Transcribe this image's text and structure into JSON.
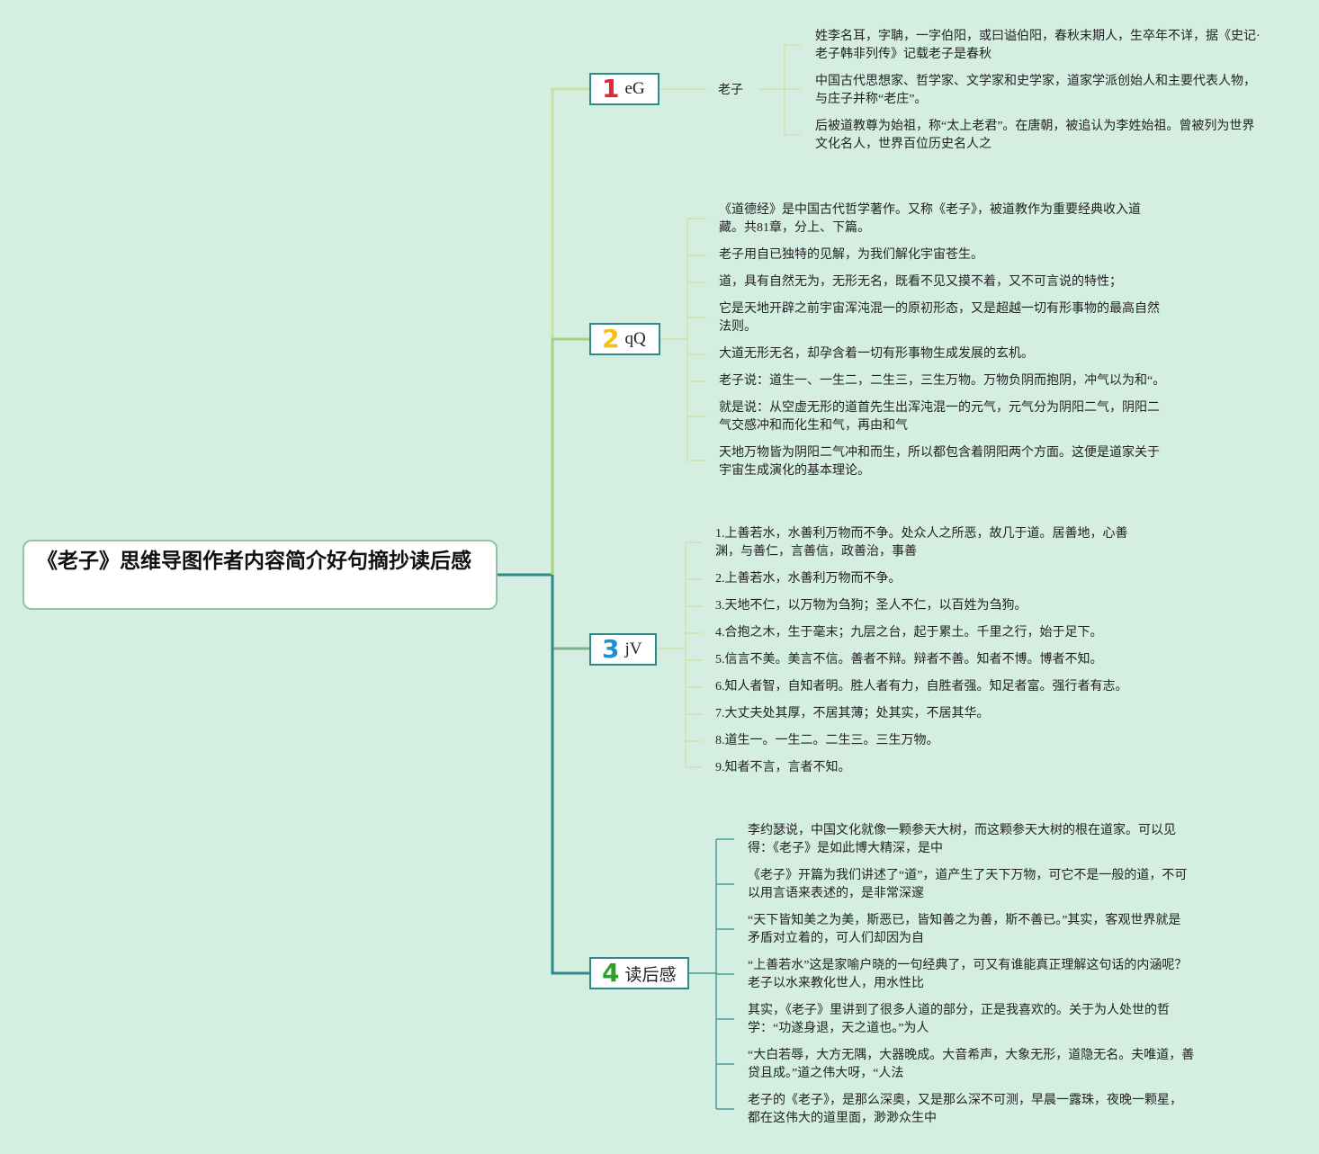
{
  "root": {
    "title": "《老子》思维导图作者内容简介好句摘抄读后感"
  },
  "colors": {
    "bg": "#d4efe2",
    "trunk": "#2d8a88",
    "num1": "#e0283b",
    "num2": "#f2c21a",
    "num3": "#1e90d6",
    "num4": "#2f9e2f"
  },
  "branches": [
    {
      "number": "1",
      "label": "eG",
      "sub": "老子",
      "items": [
        "姓李名耳，字聃，一字伯阳，或曰谥伯阳，春秋末期人，生卒年不详，据《史记·老子韩非列传》记载老子是春秋",
        "中国古代思想家、哲学家、文学家和史学家，道家学派创始人和主要代表人物，与庄子并称“老庄”。",
        "后被道教尊为始祖，称“太上老君”。在唐朝，被追认为李姓始祖。曾被列为世界文化名人，世界百位历史名人之"
      ]
    },
    {
      "number": "2",
      "label": "qQ",
      "items": [
        "《道德经》是中国古代哲学著作。又称《老子》，被道教作为重要经典收入道藏。共81章，分上、下篇。",
        "老子用自已独特的见解，为我们解化宇宙苍生。",
        "道，具有自然无为，无形无名，既看不见又摸不着，又不可言说的特性；",
        "它是天地开辟之前宇宙浑沌混一的原初形态，又是超越一切有形事物的最高自然法则。",
        "大道无形无名，却孕含着一切有形事物生成发展的玄机。",
        "老子说：道生一、一生二，二生三，三生万物。万物负阴而抱阴，冲气以为和“。",
        "就是说：从空虚无形的道首先生出浑沌混一的元气，元气分为阴阳二气，阴阳二气交感冲和而化生和气，再由和气",
        "天地万物皆为阴阳二气冲和而生，所以都包含着阴阳两个方面。这便是道家关于宇宙生成演化的基本理论。"
      ]
    },
    {
      "number": "3",
      "label": "jV",
      "items": [
        "1.上善若水，水善利万物而不争。处众人之所恶，故几于道。居善地，心善渊，与善仁，言善信，政善治，事善",
        "2.上善若水，水善利万物而不争。",
        "3.天地不仁，以万物为刍狗；圣人不仁，以百姓为刍狗。",
        "4.合抱之木，生于毫末；九层之台，起于累土。千里之行，始于足下。",
        "5.信言不美。美言不信。善者不辩。辩者不善。知者不博。博者不知。",
        "6.知人者智，自知者明。胜人者有力，自胜者强。知足者富。强行者有志。",
        "7.大丈夫处其厚，不居其薄；处其实，不居其华。",
        "8.道生一。一生二。二生三。三生万物。",
        "9.知者不言，言者不知。"
      ]
    },
    {
      "number": "4",
      "label": "读后感",
      "items": [
        "李约瑟说，中国文化就像一颗参天大树，而这颗参天大树的根在道家。可以见得：《老子》是如此博大精深，是中",
        "《老子》开篇为我们讲述了“道”，道产生了天下万物，可它不是一般的道，不可以用言语来表述的，是非常深邃",
        "“天下皆知美之为美，斯恶已，皆知善之为善，斯不善已。”其实，客观世界就是矛盾对立着的，可人们却因为自",
        "“上善若水”这是家喻户晓的一句经典了，可又有谁能真正理解这句话的内涵呢？老子以水来教化世人，用水性比",
        "其实，《老子》里讲到了很多人道的部分，正是我喜欢的。关于为人处世的哲学：“功遂身退，天之道也。”为人",
        "“大白若辱，大方无隅，大器晚成。大音希声，大象无形，道隐无名。夫唯道，善贷且成。”道之伟大呀，“人法",
        "老子的《老子》，是那么深奥，又是那么深不可测，早晨一露珠，夜晚一颗星，都在这伟大的道里面，渺渺众生中"
      ]
    }
  ]
}
